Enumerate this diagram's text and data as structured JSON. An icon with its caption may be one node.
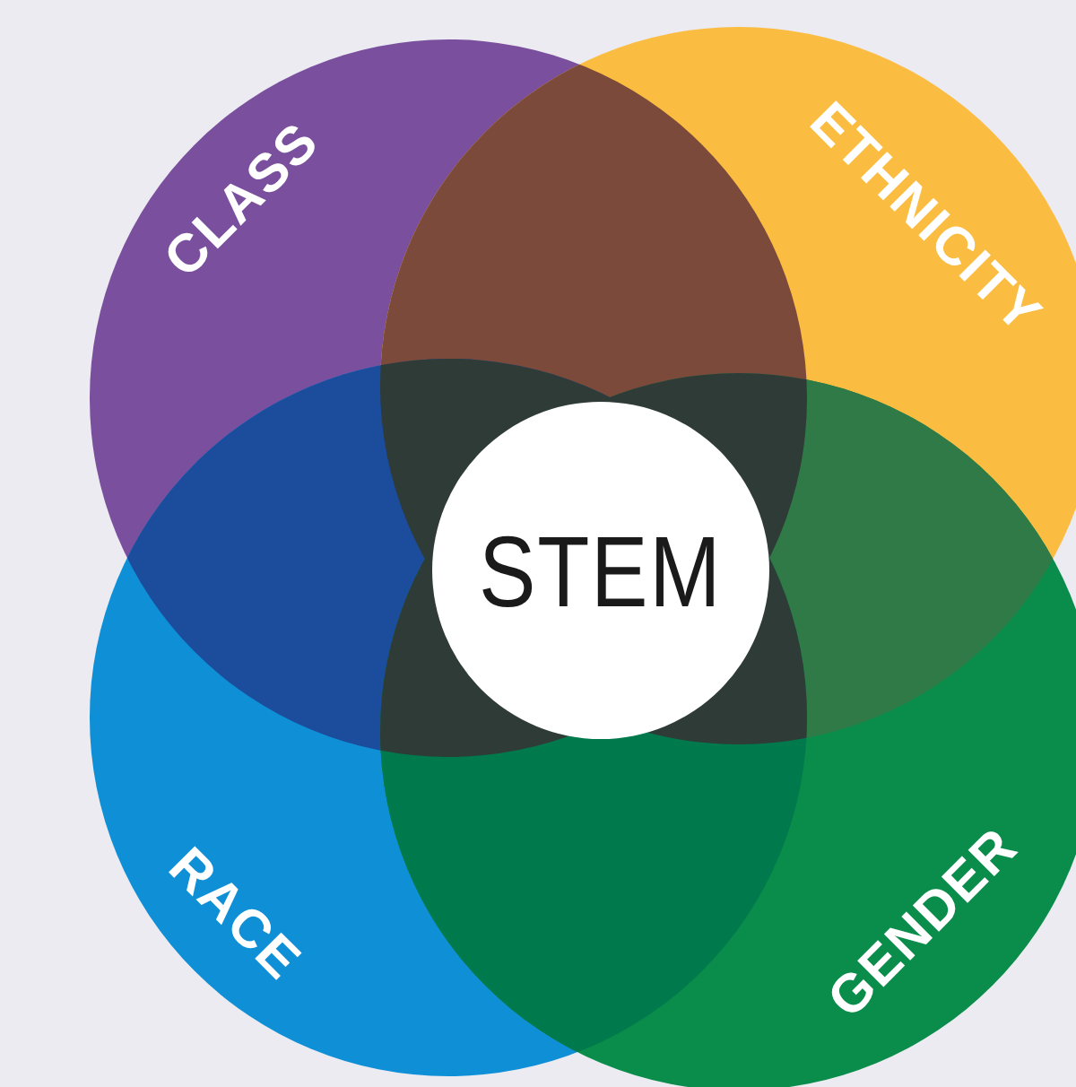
{
  "diagram": {
    "nodes": [
      {
        "text": [
          "CLASS"
        ]
      },
      {
        "text": [
          "ETHNICITY"
        ]
      },
      {
        "text": [
          "RACE"
        ]
      },
      {
        "text": [
          "GENDER"
        ]
      },
      {
        "text": [
          "STEM"
        ]
      }
    ],
    "edges": []
  }
}
